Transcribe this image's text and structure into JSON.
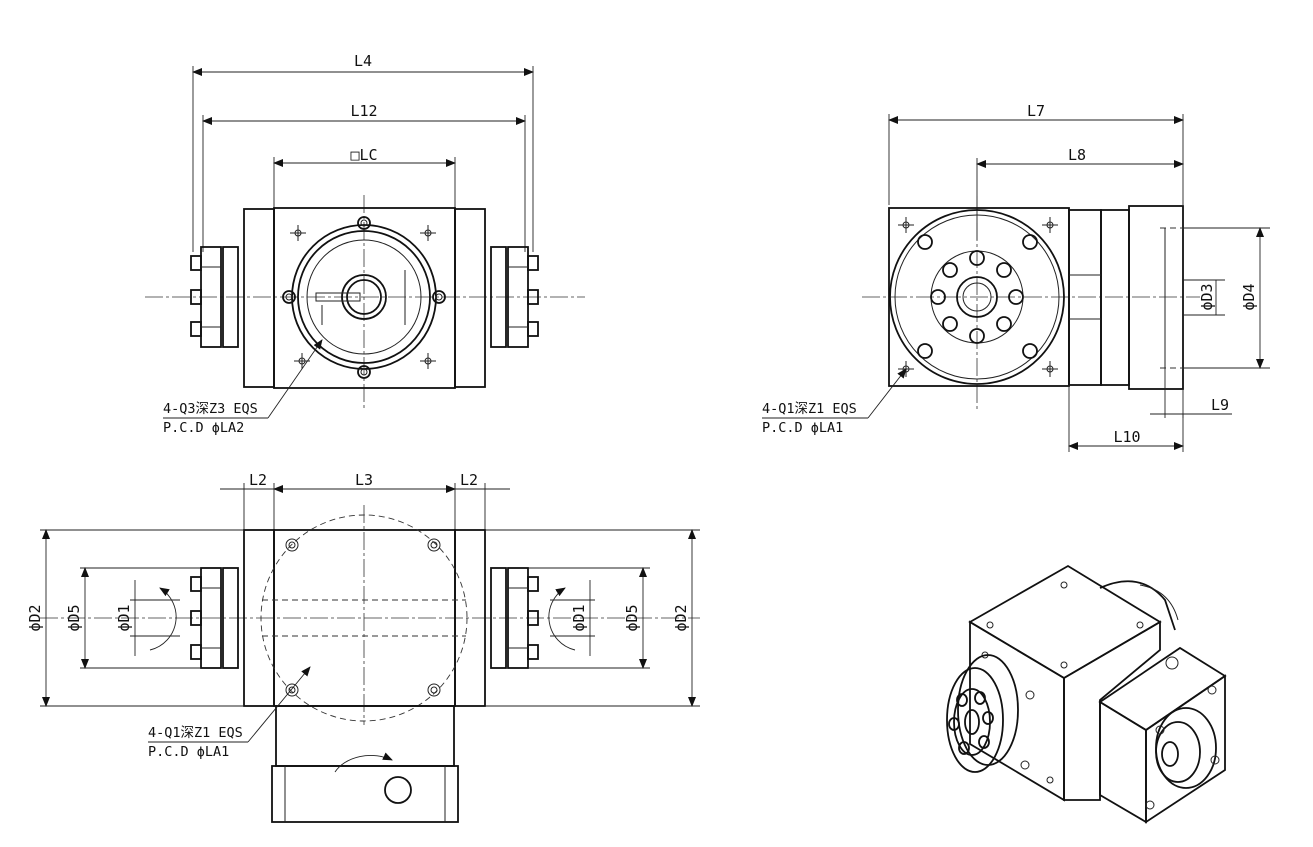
{
  "top_view": {
    "dim_total": "L4",
    "dim_inner": "L12",
    "dim_square": "□LC",
    "note_line1": "4-Q3深Z3 EQS",
    "note_line2": "P.C.D ϕLA2"
  },
  "side_view": {
    "dim_total": "L7",
    "dim_body": "L8",
    "dim_d3": "ϕD3",
    "dim_d4": "ϕD4",
    "dim_l9": "L9",
    "dim_l10": "L10",
    "note_line1": "4-Q1深Z1 EQS",
    "note_line2": "P.C.D ϕLA1"
  },
  "front_view": {
    "dim_l2_left": "L2",
    "dim_l3": "L3",
    "dim_l2_right": "L2",
    "dim_d2_left": "ϕD2",
    "dim_d5_left": "ϕD5",
    "dim_d1_left": "ϕD1",
    "dim_d1_right": "ϕD1",
    "dim_d5_right": "ϕD5",
    "dim_d2_right": "ϕD2",
    "note_line1": "4-Q1深Z1 EQS",
    "note_line2": "P.C.D ϕLA1"
  },
  "iso_view": {
    "icon": "gearbox-isometric-icon"
  }
}
